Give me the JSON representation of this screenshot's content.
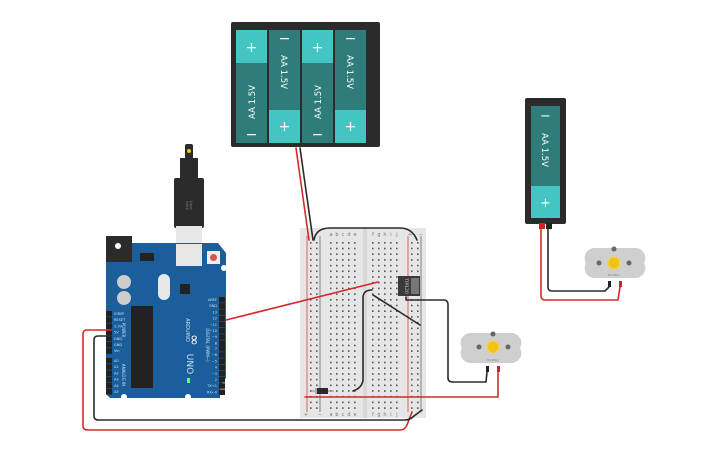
{
  "canvas": {
    "title": "Arduino motor control circuit",
    "background": "#ffffff"
  },
  "battery_pack_4": {
    "cells": [
      {
        "label": "AA 1.5V",
        "top_sign": "+",
        "bottom_sign": "−"
      },
      {
        "label": "AA 1.5V",
        "top_sign": "−",
        "bottom_sign": "+"
      },
      {
        "label": "AA 1.5V",
        "top_sign": "+",
        "bottom_sign": "−"
      },
      {
        "label": "AA 1.5V",
        "top_sign": "−",
        "bottom_sign": "+"
      }
    ]
  },
  "battery_pack_1": {
    "cells": [
      {
        "label": "AA 1.5V",
        "top_sign": "−",
        "bottom_sign": "+"
      }
    ]
  },
  "arduino": {
    "brand": "ARDUINO",
    "model": "UNO",
    "power_pins": [
      "IOREF",
      "RESET",
      "3.3V",
      "5V",
      "GND",
      "GND",
      "Vin"
    ],
    "power_label": "POWER",
    "analog_pins": [
      "A0",
      "A1",
      "A2",
      "A3",
      "A4",
      "A5"
    ],
    "analog_label": "ANALOG IN",
    "digital_pins_top": [
      "AREF",
      "GND",
      "13",
      "12",
      "~11",
      "~10",
      "~9",
      "8"
    ],
    "digital_pins_bottom": [
      "7",
      "~6",
      "~5",
      "4",
      "~3",
      "2",
      "TX→1",
      "RX←0"
    ],
    "digital_label": "DIGITAL (PWM~)",
    "led_labels": [
      "L",
      "TX",
      "RX",
      "ON"
    ]
  },
  "breadboard": {
    "columns_left": [
      "a",
      "b",
      "c",
      "d",
      "e"
    ],
    "columns_right": [
      "f",
      "g",
      "h",
      "i",
      "j"
    ],
    "rows": 30,
    "rail_plus": "+",
    "rail_minus": "−"
  },
  "transistor": {
    "label": "TIP120"
  },
  "motors": [
    {
      "name": "DC Motor 1",
      "label": "DC Motor"
    },
    {
      "name": "DC Motor 2",
      "label": "DC Motor"
    }
  ],
  "colors": {
    "battery_dark": "#2e7d7a",
    "battery_light": "#44c4c2",
    "holder": "#2b2b2b",
    "arduino": "#1a5f9b",
    "wire_red": "#d42a2a",
    "wire_black": "#2b2b2b",
    "breadboard": "#e6e6e6",
    "motor": "#cfcfcf",
    "motor_gear": "#f1c40f"
  }
}
